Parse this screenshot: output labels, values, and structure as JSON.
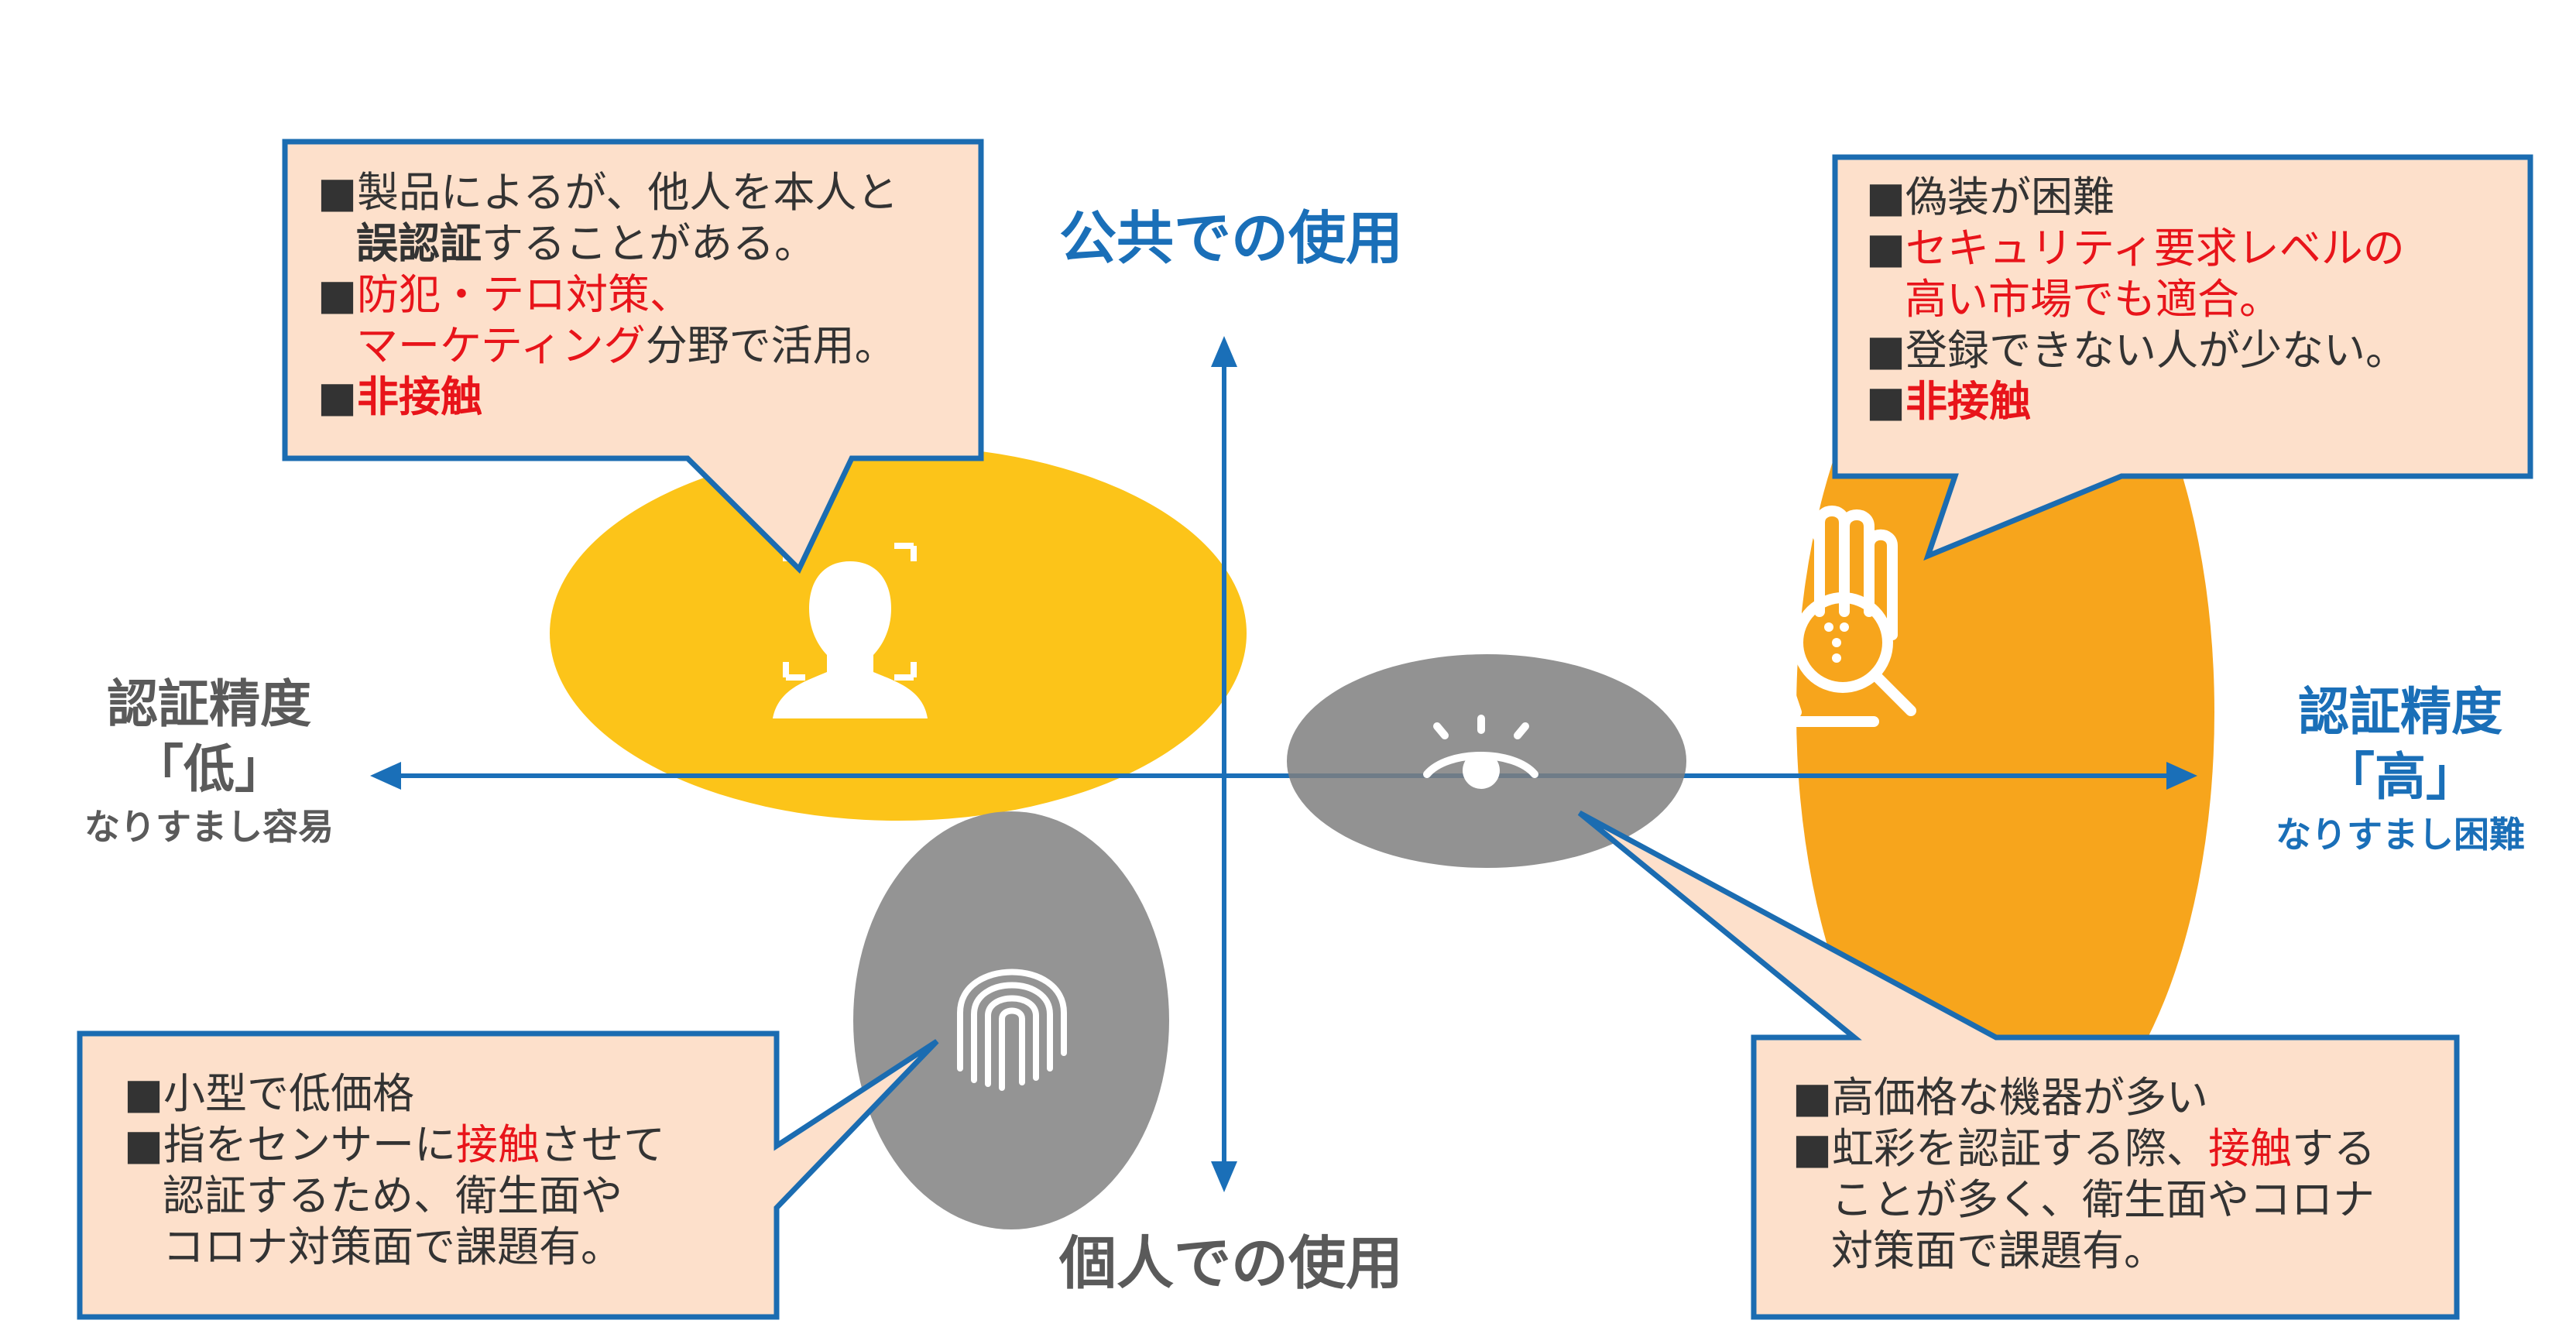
{
  "axes": {
    "top": "公共での使用",
    "bottom": "個人での使用",
    "left": {
      "line1": "認証精度",
      "line2": "「低」",
      "line3": "なりすまし容易"
    },
    "right": {
      "line1": "認証精度",
      "line2": "「高」",
      "line3": "なりすまし困難"
    }
  },
  "callouts": {
    "face": {
      "b1_a": "製品によるが、他人を本人と",
      "b1_b_bold": "誤認証",
      "b1_b_rest": "することがある。",
      "b2_a_red": "防犯・テロ対策、",
      "b2_b_red": "マーケティング",
      "b2_b_rest": "分野で活用。",
      "b3_red": "非接触"
    },
    "vein": {
      "b1": "偽装が困難",
      "b2_a_red": "セキュリティ要求レベルの",
      "b2_b_red": "高い市場でも適合。",
      "b3": "登録できない人が少ない。",
      "b4_red": "非接触"
    },
    "fingerprint": {
      "b1": "小型で低価格",
      "b2_a_pre": "指をセンサーに",
      "b2_a_red": "接触",
      "b2_a_post": "させて",
      "b2_b": "認証するため、衛生面や",
      "b2_c": "コロナ対策面で課題有。"
    },
    "iris": {
      "b1": "高価格な機器が多い",
      "b2_a_pre": "虹彩を認証する際、",
      "b2_a_red": "接触",
      "b2_a_post": "する",
      "b2_b": "ことが多く、衛生面やコロナ",
      "b2_c": "対策面で課題有。"
    }
  },
  "bullet": "■",
  "icons": [
    "face-scan-icon",
    "palm-vein-icon",
    "eye-icon",
    "fingerprint-icon"
  ],
  "colors": {
    "accent_blue": "#1a6fb8",
    "face_ellipse": "#fcc419",
    "vein_ellipse": "#f7a51c",
    "gray_ellipse": "#8f8f8f",
    "callout_fill": "#fde0cb",
    "callout_border": "#1b6cb1",
    "red_text": "#e8141a"
  }
}
